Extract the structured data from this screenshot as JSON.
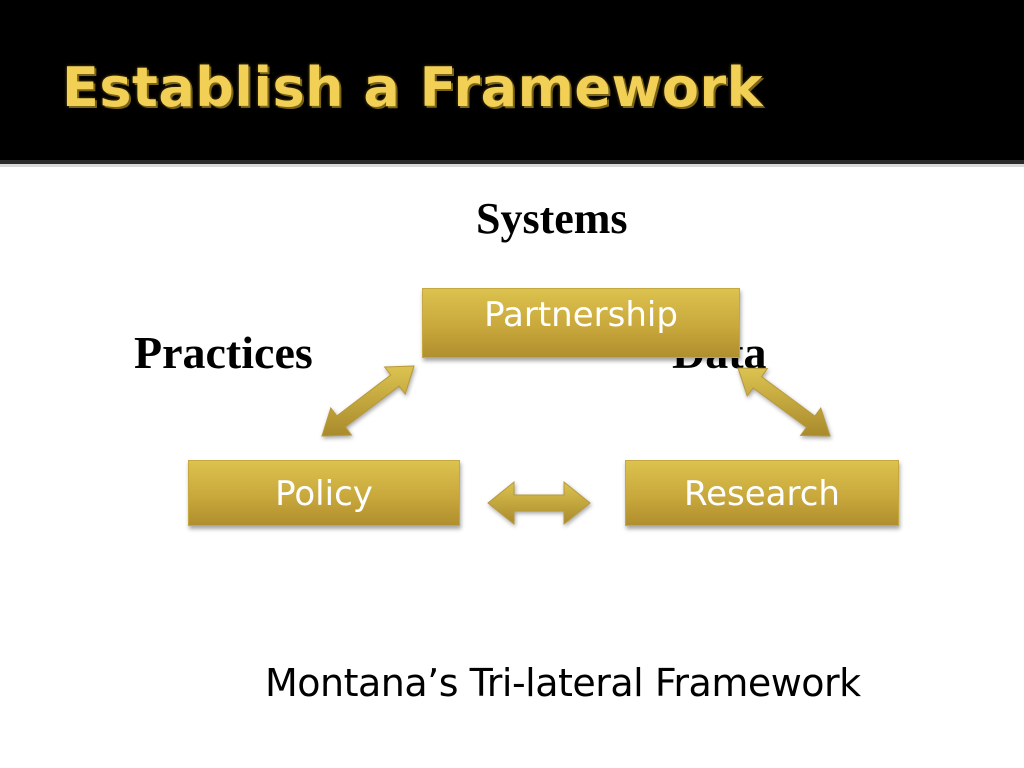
{
  "slide": {
    "title": "Establish a Framework",
    "caption": "Montana’s Tri-lateral Framework"
  },
  "diagram": {
    "labels": {
      "systems": "Systems",
      "practices": "Practices",
      "data": "Data"
    },
    "boxes": {
      "partnership": "Partnership",
      "policy": "Policy",
      "research": "Research"
    }
  },
  "colors": {
    "header_background": "#000000",
    "title_gold": "#f2cf55",
    "box_gold": "#c9a83c",
    "arrow_gold": "#c4a83e",
    "box_text": "#ffffff"
  }
}
